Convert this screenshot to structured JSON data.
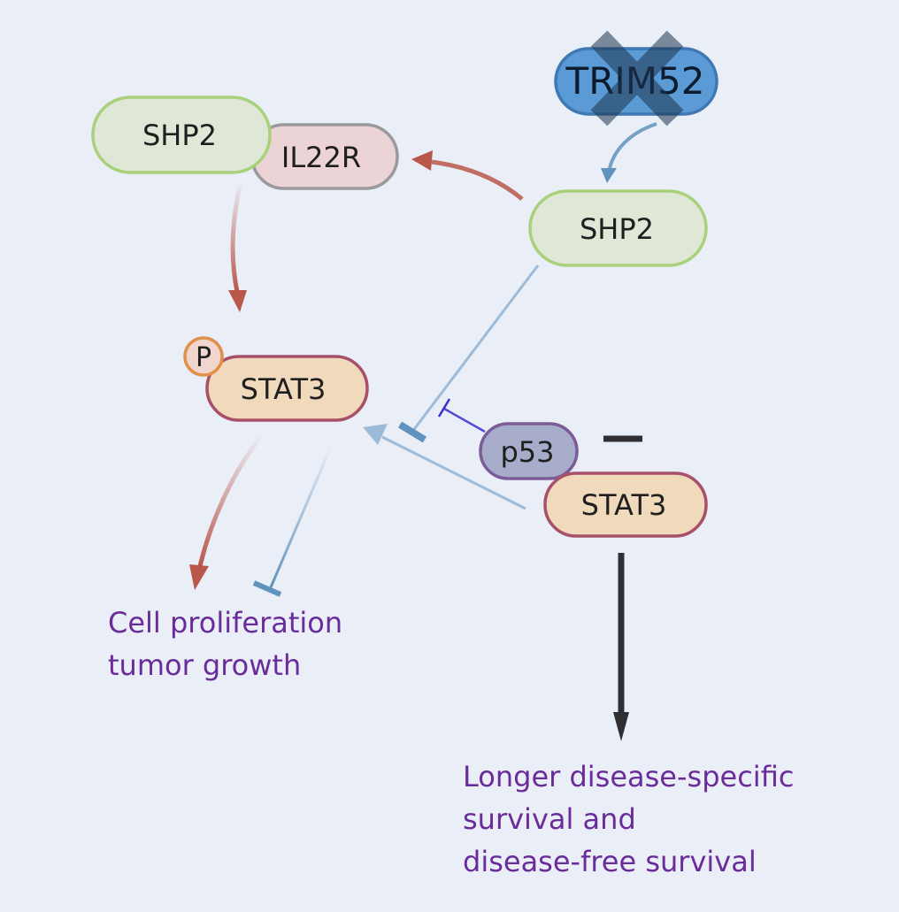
{
  "nodes": {
    "trim52": "TRIM52",
    "shp2_left": "SHP2",
    "il22r": "IL22R",
    "shp2_right": "SHP2",
    "phospho": "P",
    "stat3_left": "STAT3",
    "p53": "p53",
    "stat3_right": "STAT3"
  },
  "outcomes": {
    "left": [
      "Cell proliferation",
      "tumor growth"
    ],
    "right": [
      "Longer disease-specific",
      "survival and",
      "disease-free survival"
    ]
  },
  "colors": {
    "background": "#e9eef7",
    "shp2_fill": "#dfe8d6",
    "shp2_stroke": "#a9d07a",
    "il22r_fill": "#ecd3d5",
    "il22r_stroke": "#9a9a9e",
    "stat3_fill": "#f1d9bb",
    "stat3_stroke": "#a8506a",
    "p53_fill": "#a6acc9",
    "p53_stroke": "#7b5c98",
    "phospho_fill": "#f0d6cd",
    "phospho_stroke": "#e0904a",
    "trim52_fill": "#5b9bd5",
    "trim52_stroke": "#3f78b4",
    "red_arrow": "#b8574a",
    "blue_arrow": "#5f93bd",
    "dark_arrow": "#2e2e33",
    "outcome_text": "#6a2c9a"
  }
}
